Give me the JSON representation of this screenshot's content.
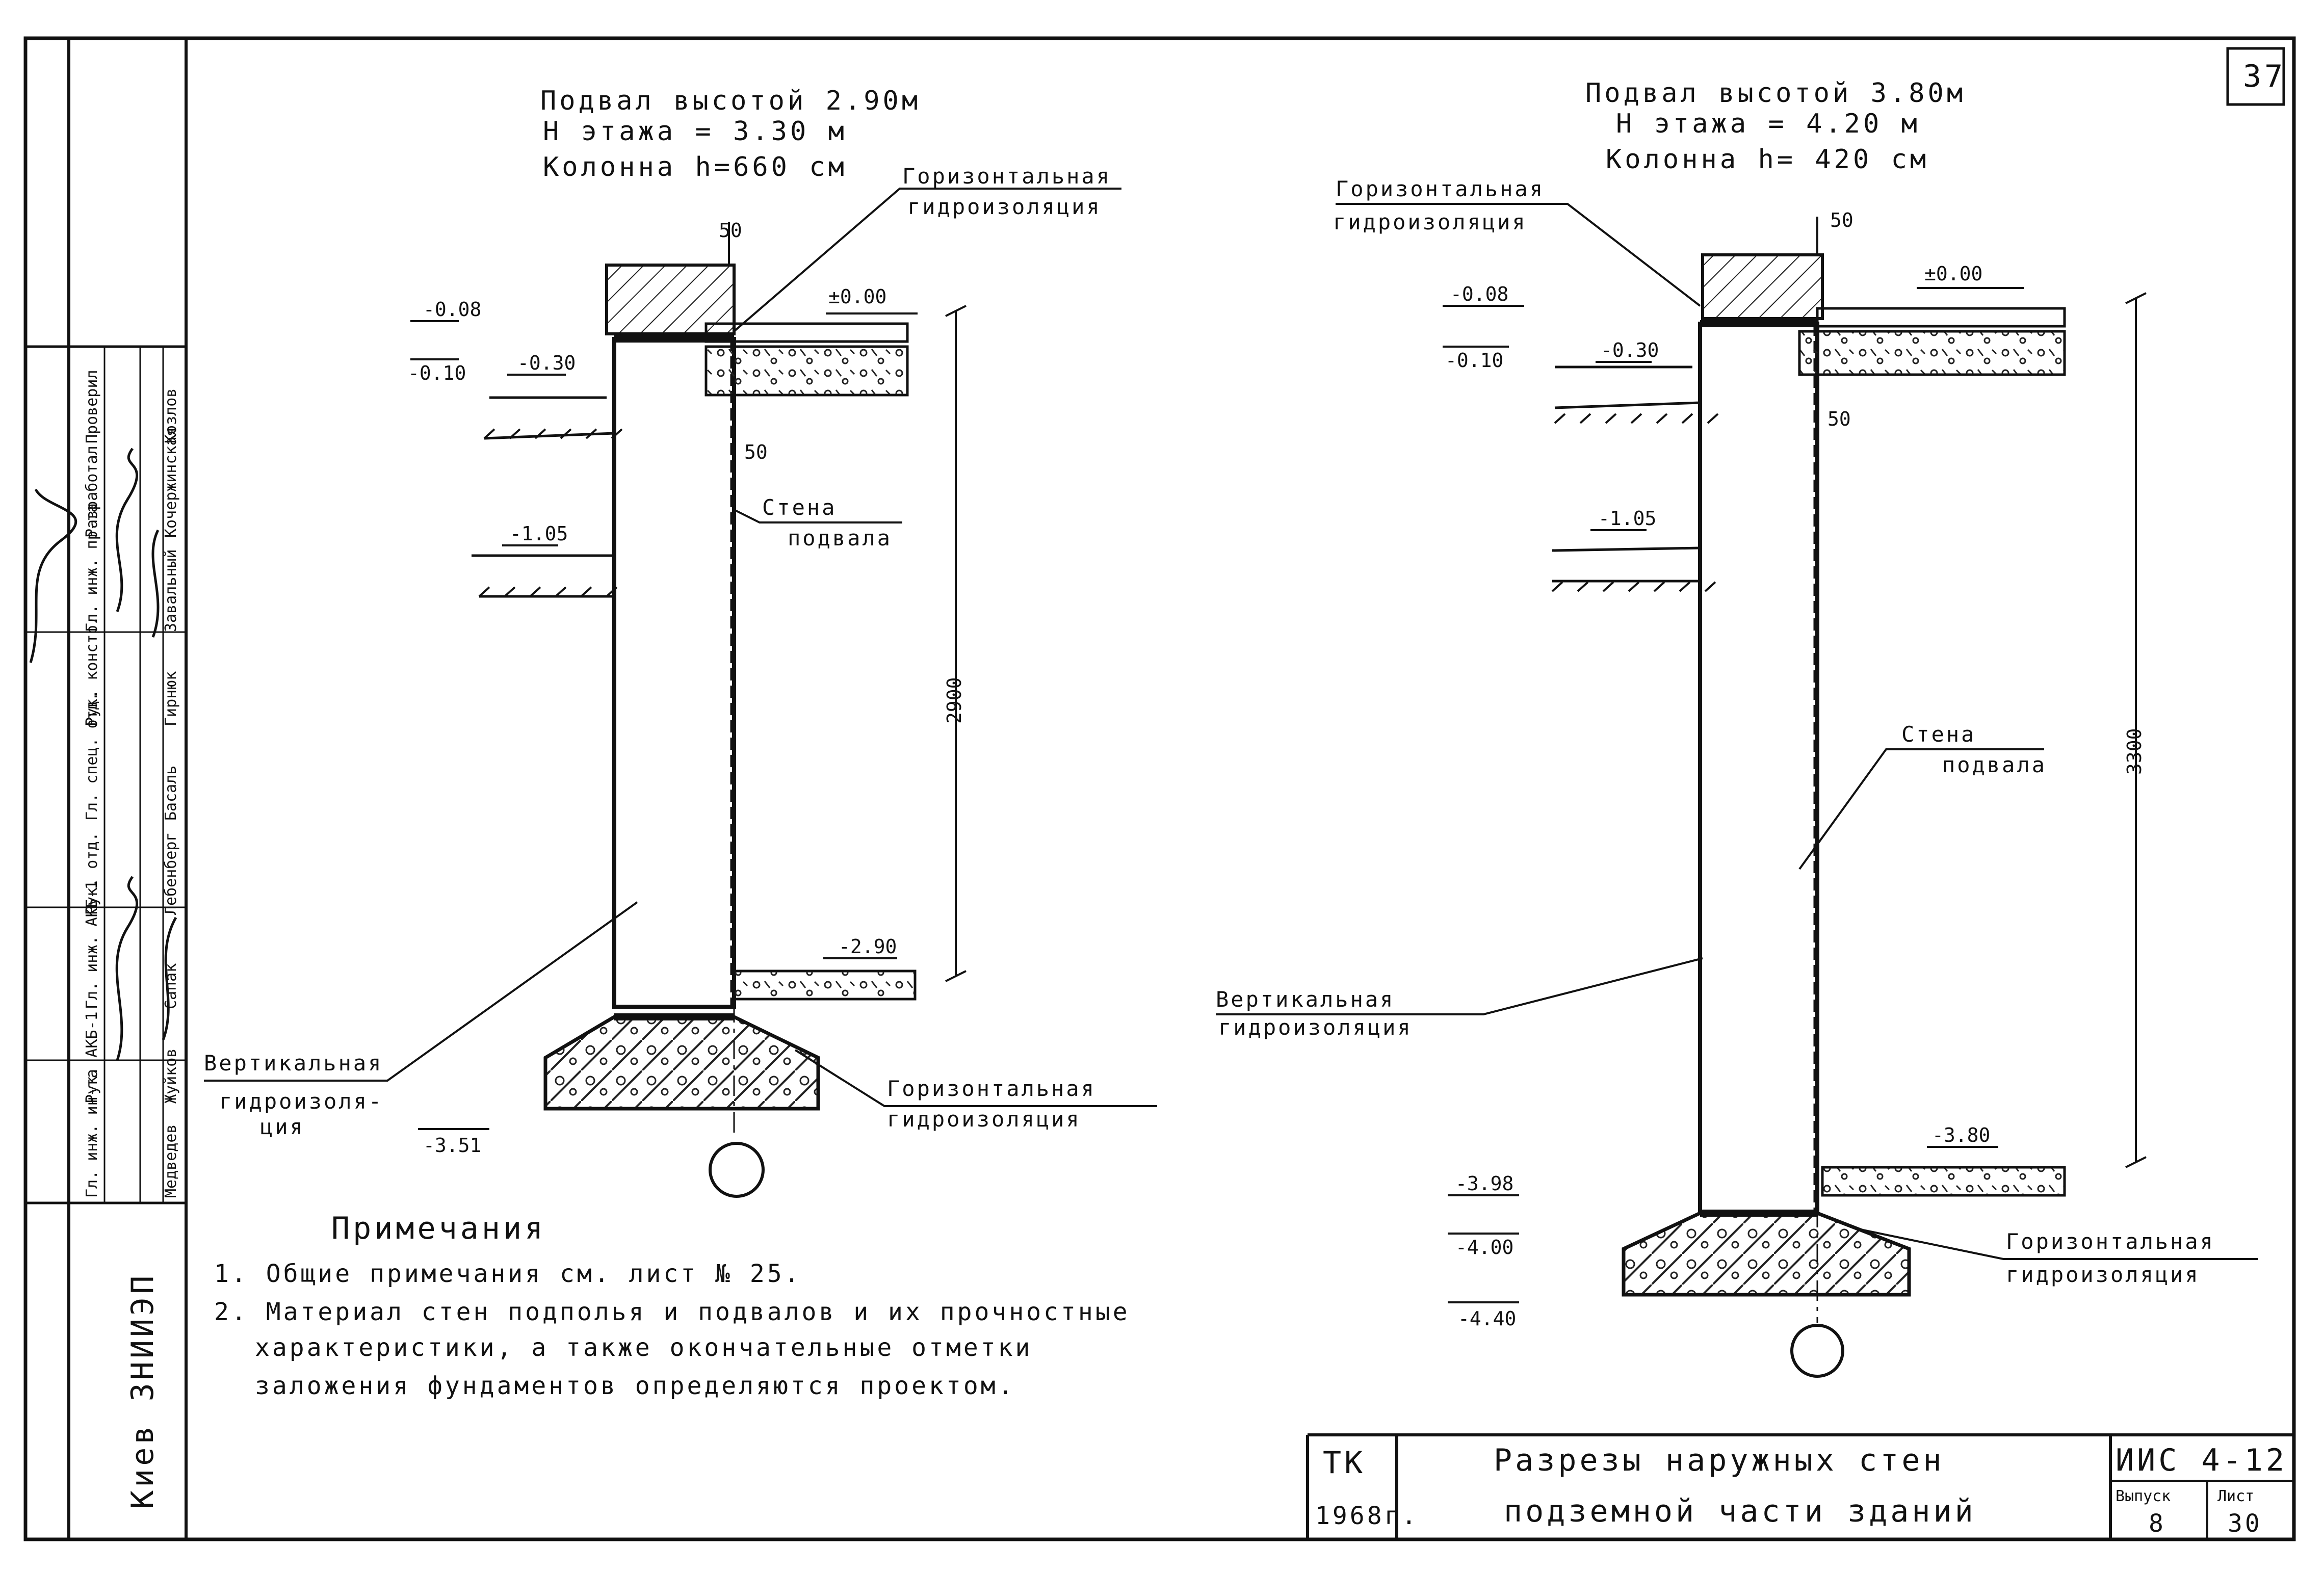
{
  "sheet_number": "37",
  "left_section": {
    "header": [
      "Подвал высотой 2.90м",
      "H этажа = 3.30 м",
      "Колонна h=660 см"
    ],
    "label_horizontal_top": [
      "Горизонтальная",
      "гидроизоляция"
    ],
    "label_wall": [
      "Стена",
      "подвала"
    ],
    "label_vertical": [
      "Вертикальная",
      "гидроизоля-",
      "ция"
    ],
    "label_horizontal_bottom": [
      "Горизонтальная",
      "гидроизоляция"
    ],
    "dim_50_top": "50",
    "dim_50_side": "50",
    "dim_height": "2900",
    "marks": {
      "m000": "±0.00",
      "m008": "-0.08",
      "m010": "-0.10",
      "m030": "-0.30",
      "m105": "-1.05",
      "m290": "-2.90",
      "m351": "-3.51"
    }
  },
  "right_section": {
    "header": [
      "Подвал высотой 3.80м",
      "H этажа = 4.20 м",
      "Колонна h= 420 см"
    ],
    "label_horizontal_top": [
      "Горизонтальная",
      "гидроизоляция"
    ],
    "label_wall": [
      "Стена",
      "подвала"
    ],
    "label_vertical": [
      "Вертикальная",
      "гидроизоляция"
    ],
    "label_horizontal_bottom": [
      "Горизонтальная",
      "гидроизоляция"
    ],
    "dim_50_top": "50",
    "dim_50_side": "50",
    "dim_height": "3300",
    "marks": {
      "m000": "±0.00",
      "m008": "-0.08",
      "m010": "-0.10",
      "m030": "-0.30",
      "m105": "-1.05",
      "m380": "-3.80",
      "m398": "-3.98",
      "m400": "-4.00",
      "m440": "-4.40"
    }
  },
  "notes": {
    "title": "Примечания",
    "items": [
      "1. Общие примечания см. лист № 25.",
      "2. Материал стен подполья и подвалов и их прочностные",
      "характеристики, а также окончательные отметки",
      "заложения фундаментов определяются проектом."
    ]
  },
  "title_block": {
    "tk": "ТК",
    "year": "1968г.",
    "title_line1": "Разрезы наружных стен",
    "title_line2": "подземной части зданий",
    "code": "ИИС 4-12",
    "issue_label": "Выпуск",
    "issue_value": "8",
    "sheet_label": "Лист",
    "sheet_value": "30"
  },
  "sidebar": {
    "org": "Киев ЗНИИЭП",
    "roles": [
      "Гл. инж. ин-та",
      "Рук. АКБ-1",
      "Гл. инж. АКБ-1",
      "Рук. отд.",
      "Гл. спец. отд.",
      "Рук. констр.",
      "Гл. инж. пр-та",
      "Разработал",
      "Проверил"
    ],
    "names": [
      "Медведев",
      "Жуйков",
      "Сапак",
      "Лебенберг",
      "Басаль",
      "Гирнюк",
      "Завальный",
      "Кочержинская",
      "Козлов"
    ],
    "col_header": "Гл. инж. пр-та"
  }
}
